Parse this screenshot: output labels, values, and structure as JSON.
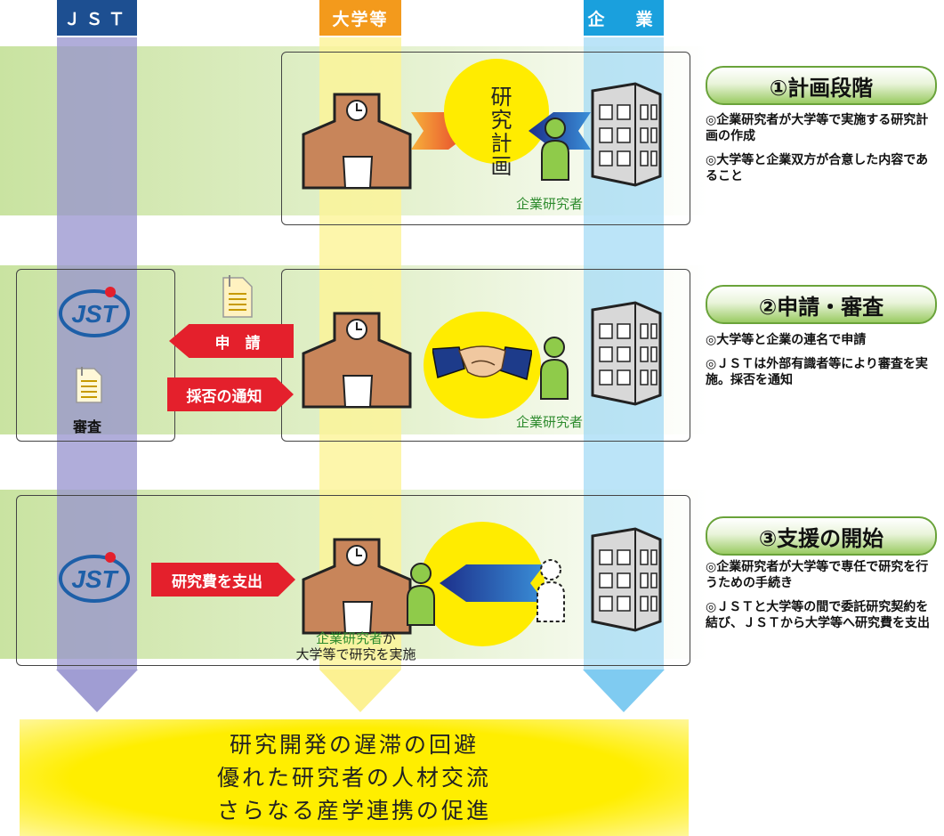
{
  "lanes": {
    "jst": "ＪＳＴ",
    "univ": "大学等",
    "company": "企　業"
  },
  "stage1": {
    "title": "①計画段階",
    "plan_text": "研究計画",
    "researcher": "企業研究者",
    "bullets": [
      "◎企業研究者が大学等で実施する研究計画の作成",
      "◎大学等と企業双方が合意した内容であること"
    ]
  },
  "stage2": {
    "title": "②申請・審査",
    "apply_label": "申　請",
    "notify_label": "採否の通知",
    "review_label": "審査",
    "researcher": "企業研究者",
    "jst_logo": "JST",
    "bullets": [
      "◎大学等と企業の連名で申請",
      "◎ＪＳＴは外部有識者等により審査を実施。採否を通知"
    ]
  },
  "stage3": {
    "title": "③支援の開始",
    "fund_label": "研究費を支出",
    "researcher_line1": "企業研究者",
    "researcher_line1_suffix": "が",
    "researcher_line2": "大学等で研究を実施",
    "jst_logo": "JST",
    "bullets": [
      "◎企業研究者が大学等で専任で研究を行うための手続き",
      "◎ＪＳＴと大学等の間で委託研究契約を結び、ＪＳＴから大学等へ研究費を支出"
    ]
  },
  "outcomes": [
    "研究開発の遅滞の回避",
    "優れた研究者の人材交流",
    "さらなる産学連携の促進"
  ],
  "colors": {
    "jst_lane": "#b1aed8",
    "jst_head": "#1d4f91",
    "univ_lane": "#fbf4a8",
    "univ_head": "#f39a1c",
    "company_lane": "#c6e8f8",
    "company_head": "#1aa0dd",
    "red": "#e4202c",
    "yellow": "#ffec00"
  }
}
